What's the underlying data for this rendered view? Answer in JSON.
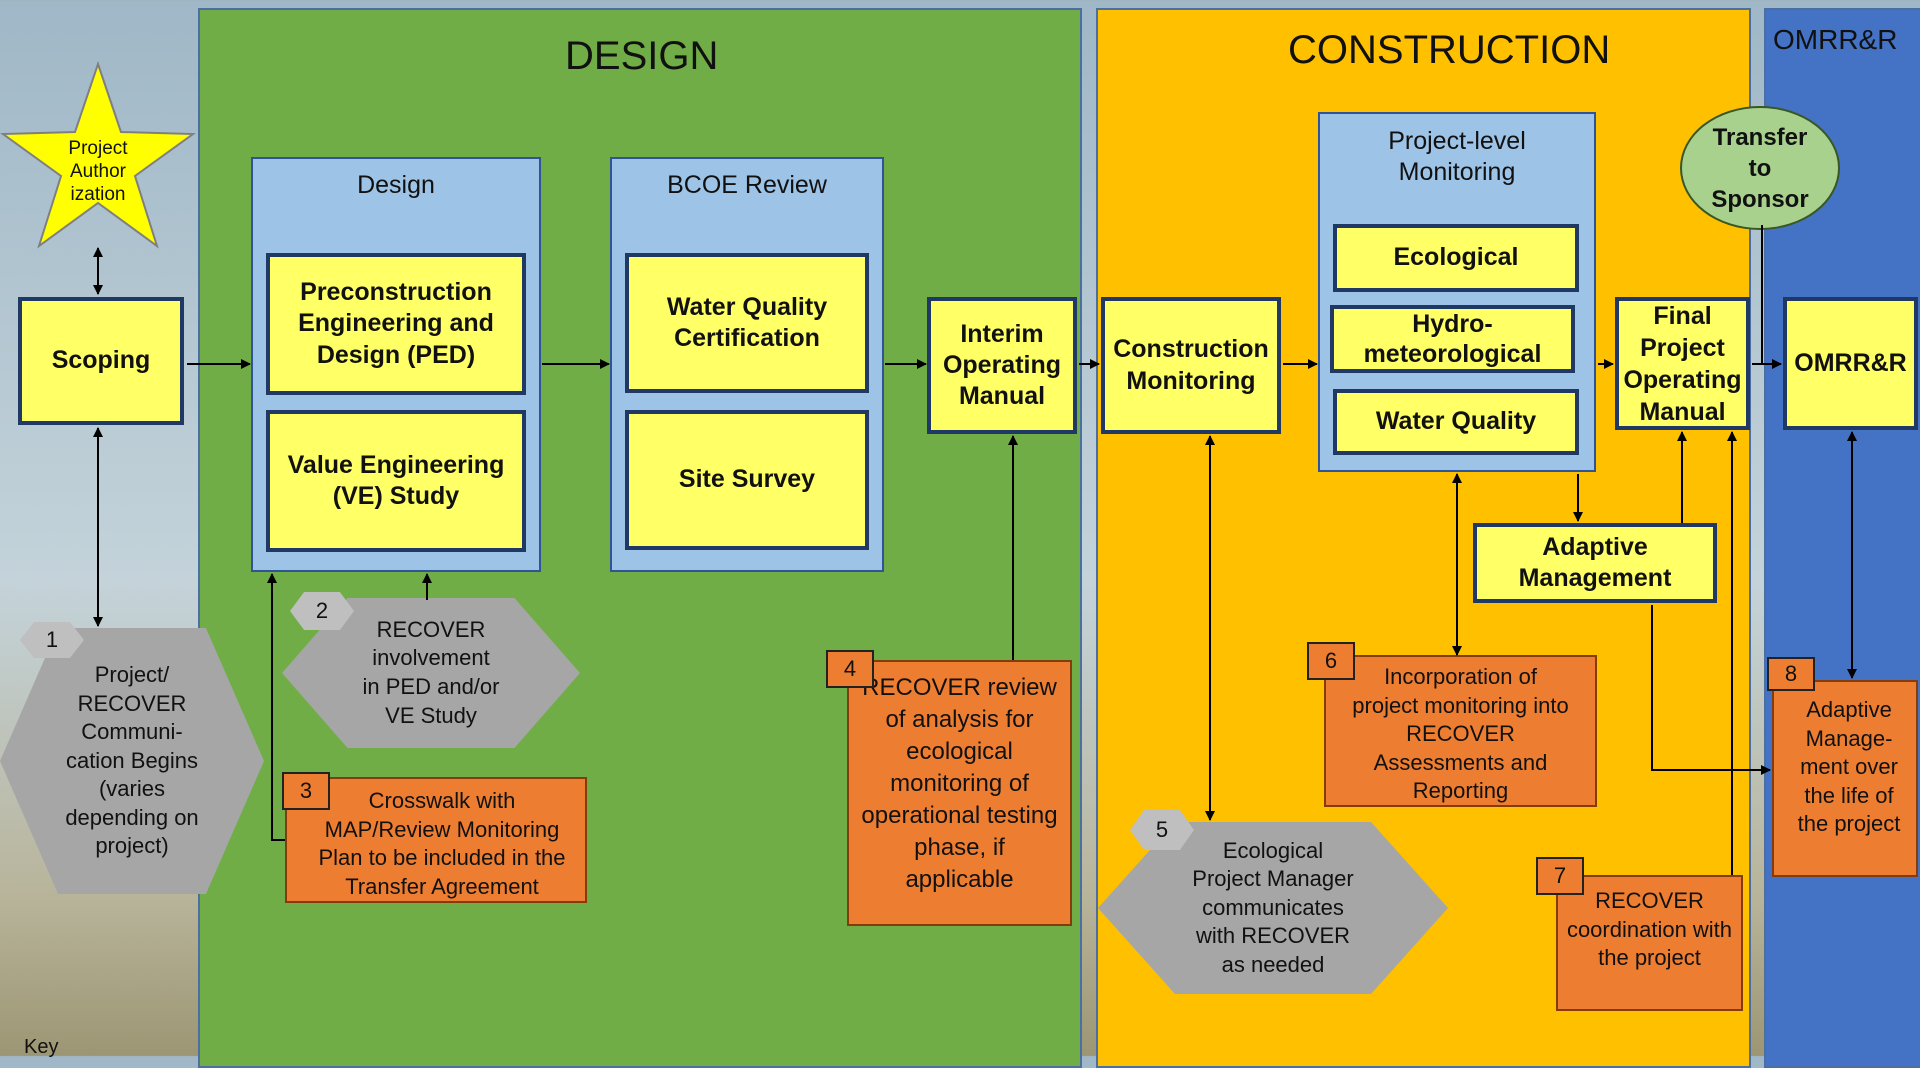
{
  "phases": {
    "design": "DESIGN",
    "construction": "CONSTRUCTION",
    "omrr": "OMRR&R"
  },
  "star_label": "Project\nAuthor\nization",
  "scoping": "Scoping",
  "design_group": {
    "title": "Design",
    "ped": "Preconstruction Engineering and Design (PED)",
    "ve": "Value Engineering (VE) Study"
  },
  "bcoe_group": {
    "title": "BCOE Review",
    "wq_cert": "Water Quality Certification",
    "site_survey": "Site Survey"
  },
  "interim_manual": "Interim Operating Manual",
  "construction_monitoring": "Construction Monitoring",
  "project_monitoring": {
    "title": "Project-level Monitoring",
    "ecological": "Ecological",
    "hydro": "Hydro-\nmeteorological",
    "water_quality": "Water Quality"
  },
  "final_manual": "Final Project Operating Manual",
  "transfer": "Transfer to Sponsor",
  "omrr_box": "OMRR&R",
  "adaptive_management": "Adaptive Management",
  "steps": [
    {
      "num": "1",
      "text": "Project/ RECOVER Communi-cation Begins (varies depending on project)"
    },
    {
      "num": "2",
      "text": "RECOVER involvement in PED and/or VE Study"
    },
    {
      "num": "3",
      "text": "Crosswalk with MAP/Review Monitoring Plan to be included in the Transfer Agreement"
    },
    {
      "num": "4",
      "text": "RECOVER review of analysis for ecological monitoring of operational testing phase, if applicable"
    },
    {
      "num": "5",
      "text": "Ecological Project Manager communicates with RECOVER as needed"
    },
    {
      "num": "6",
      "text": "Incorporation of project monitoring into RECOVER Assessments and Reporting"
    },
    {
      "num": "7",
      "text": "RECOVER coordination with the project"
    },
    {
      "num": "8",
      "text": "Adaptive Manage-ment over the life of the project"
    }
  ],
  "key_label": "Key",
  "colors": {
    "design": "#70ad47",
    "construction": "#ffc000",
    "omrr": "#4472c4",
    "yellow_box": "#ffff66",
    "orange": "#ed7d31",
    "gray": "#a6a6a6",
    "blue_group": "#9dc3e6",
    "transfer": "#a9d18e"
  }
}
